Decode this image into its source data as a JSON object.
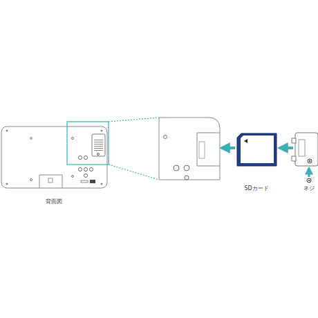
{
  "diagram": {
    "labels": [
      "背面図",
      "SDカード",
      "ネジ"
    ]
  }
}
